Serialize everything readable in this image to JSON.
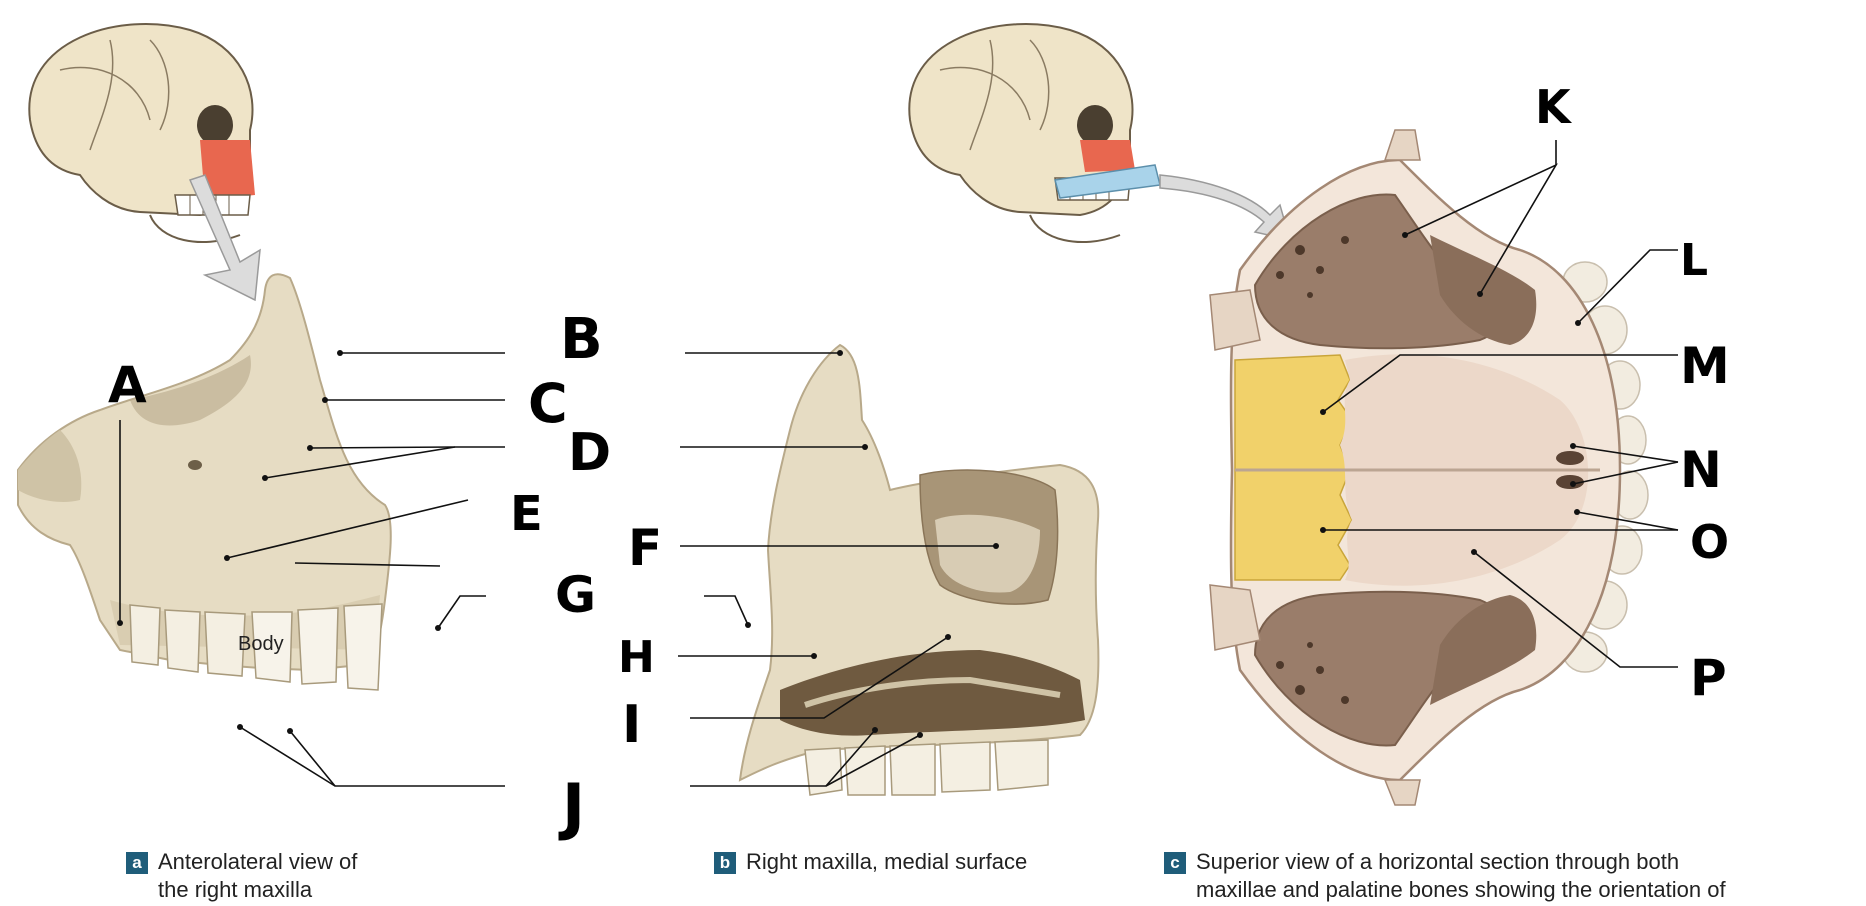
{
  "colors": {
    "badge": "#1f5d7a",
    "bone": "#e6dcc3",
    "bone_shadow": "#b8a98a",
    "skull": "#efe4c8",
    "maxilla_highlight": "#e8674f",
    "palatine_yellow": "#f1d16a",
    "sinus_brown": "#9a7d6a",
    "plane_blue": "#a9d3ea",
    "leader": "#111111"
  },
  "labels": {
    "a": "A",
    "b": "B",
    "c": "C",
    "d": "D",
    "e": "E",
    "f": "F",
    "g": "G",
    "h": "H",
    "i": "I",
    "j": "J",
    "k": "K",
    "l": "L",
    "m": "M",
    "n": "N",
    "o": "O",
    "p": "P"
  },
  "body_label": "Body",
  "captions": {
    "a": {
      "badge": "a",
      "line1": "Anterolateral view of",
      "line2": "the right maxilla"
    },
    "b": {
      "badge": "b",
      "line1": "Right maxilla, medial surface",
      "line2": ""
    },
    "c": {
      "badge": "c",
      "line1": "Superior view of a horizontal section through both",
      "line2": "maxillae and palatine bones showing the orientation of"
    }
  }
}
